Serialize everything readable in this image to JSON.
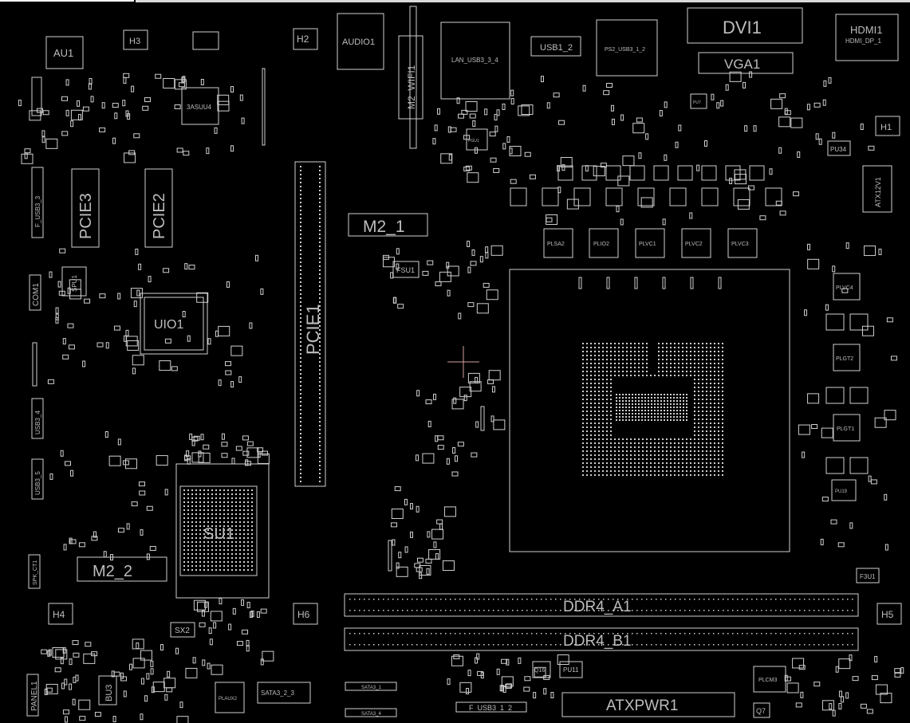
{
  "board": {
    "labels": {
      "au1": "AU1",
      "h3": "H3",
      "h2": "H2",
      "audio1": "AUDIO1",
      "m2_wifi1": "M2_WIFI1",
      "lan_usb": "LAN_USB3_3_4",
      "usb1_2": "USB1_2",
      "ps2_usb": "PS2_USB3_1_2",
      "dvi1": "DVI1",
      "vga1": "VGA1",
      "hdmi1": "HDMI1",
      "hdmi_dp": "HDMI_DP_1",
      "h1": "H1",
      "pu34": "PU34",
      "atx12v1": "ATX12V1",
      "asuu4": "3ASUU4",
      "pcie3": "PCIE3",
      "pcie2": "PCIE2",
      "pcie1": "PCIE1",
      "m2_1": "M2_1",
      "f_usb3_3": "F_USB3_3",
      "com1": "COM1",
      "spu1": "SPU1",
      "uio1": "UIO1",
      "fsu1": "FSU1",
      "plsa2": "PLSA2",
      "plio2": "PLIO2",
      "plvc1": "PLVC1",
      "plvc2": "PLVC2",
      "plvc3": "PLVC3",
      "plvc4": "PLVC4",
      "plgt2": "PLGT2",
      "plgt1": "PLGT1",
      "pu19": "PU19",
      "usb3_4": "USB3_4",
      "usb3_5": "USB3_5",
      "su1": "SU1",
      "m2_2": "M2_2",
      "spk": "SPK_CT1",
      "h4": "H4",
      "h6": "H6",
      "h5": "H5",
      "sx2": "SX2",
      "ddr4_a1": "DDR4_A1",
      "ddr4_b1": "DDR4_B1",
      "f3u1": "F3U1",
      "panel1": "PANEL1",
      "bu3": "BU3",
      "plaux2": "PLAUX2",
      "sata3_2_3": "SATA3_2_3",
      "sata3_1": "SATA3_1",
      "sata3_4": "SATA3_4",
      "f_usb3_1_2": "F_USB3_1_2",
      "atxpwr1": "ATXPWR1",
      "pu11": "PU11",
      "plcm3": "PLCM3",
      "q7": "Q7",
      "q16": "Q16",
      "pgu1": "PGU1",
      "pu7": "PU7"
    }
  }
}
